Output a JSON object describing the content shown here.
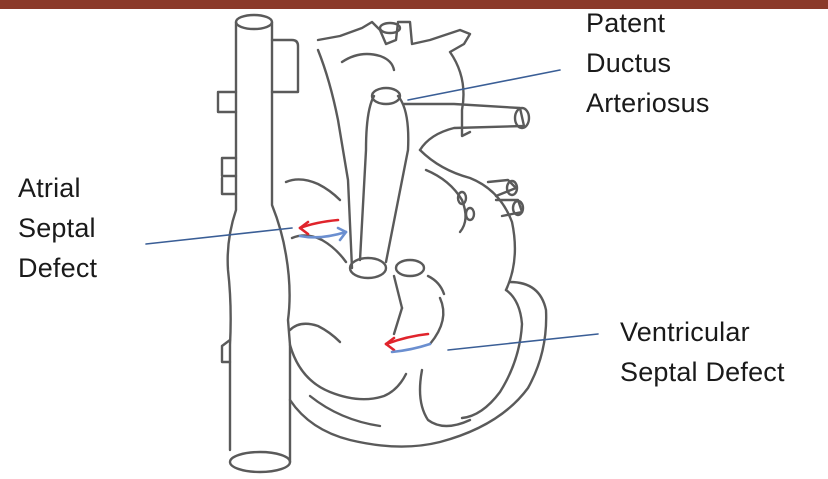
{
  "colors": {
    "top_bar": "#8b3a2a",
    "outline": "#5a5a5a",
    "pointer": "#3a5e96",
    "arrow_red": "#e0242c",
    "arrow_blue": "#6b8fd0"
  },
  "labels": {
    "pda": [
      "Patent",
      "Ductus",
      "Arteriosus"
    ],
    "asd": [
      "Atrial",
      "Septal",
      "Defect"
    ],
    "vsd": [
      "Ventricular",
      "Septal Defect"
    ]
  }
}
